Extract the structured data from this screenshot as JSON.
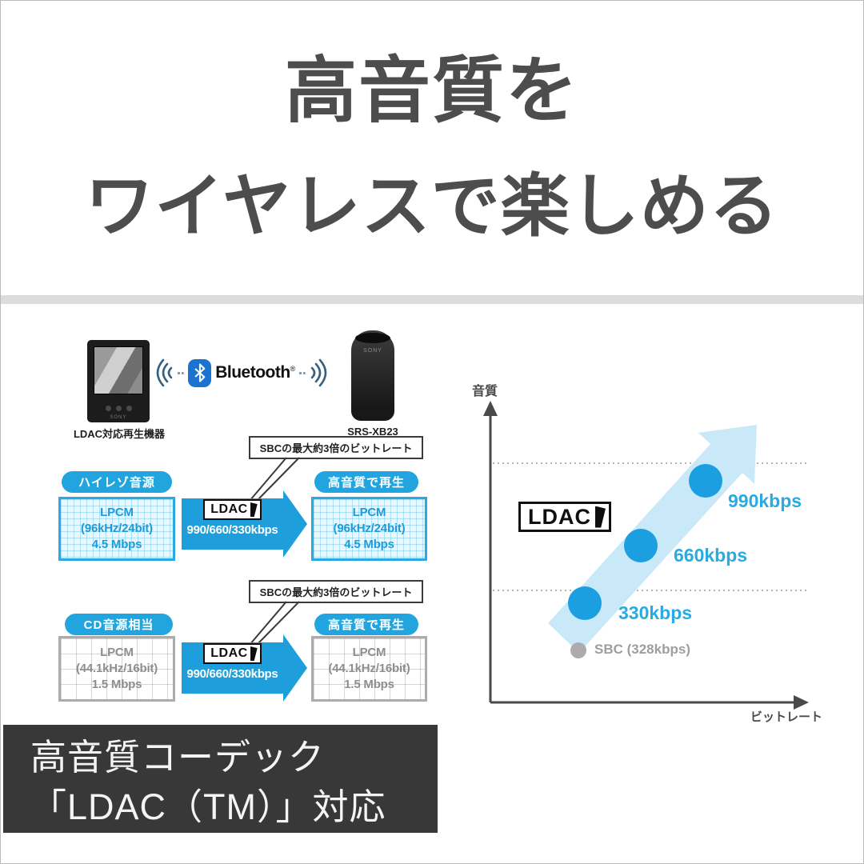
{
  "page": {
    "title_line1": "高音質を",
    "title_line2": "ワイヤレスで楽しめる"
  },
  "devices": {
    "player_label": "LDAC対応再生機器",
    "player_brand": "SONY",
    "bluetooth_label": "Bluetooth",
    "bluetooth_reg": "®",
    "speaker_label": "SRS-XB23",
    "speaker_brand": "SONY"
  },
  "flows": {
    "hires": {
      "callout": "SBCの最大約3倍のビットレート",
      "source_tag": "ハイレゾ音源",
      "source_box": {
        "line1": "LPCM",
        "line2": "(96kHz/24bit)",
        "line3": "4.5 Mbps"
      },
      "codec_badge": "LDAC",
      "codec_bitrates": "990/660/330kbps",
      "result_tag": "高音質で再生",
      "result_box": {
        "line1": "LPCM",
        "line2": "(96kHz/24bit)",
        "line3": "4.5 Mbps"
      }
    },
    "cd": {
      "callout": "SBCの最大約3倍のビットレート",
      "source_tag": "CD音源相当",
      "source_box": {
        "line1": "LPCM",
        "line2": "(44.1kHz/16bit)",
        "line3": "1.5 Mbps"
      },
      "codec_badge": "LDAC",
      "codec_bitrates": "990/660/330kbps",
      "result_tag": "高音質で再生",
      "result_box": {
        "line1": "LPCM",
        "line2": "(44.1kHz/16bit)",
        "line3": "1.5 Mbps"
      }
    }
  },
  "chart": {
    "y_axis_label": "音質",
    "x_axis_label": "ビットレート",
    "ldac_logo": "LDAC",
    "points": [
      {
        "label": "330kbps"
      },
      {
        "label": "660kbps"
      },
      {
        "label": "990kbps"
      }
    ],
    "sbc_label": "SBC (328kbps)"
  },
  "banner": {
    "line1": "高音質コーデック",
    "line2": "「LDAC（TM）」対応"
  },
  "colors": {
    "accent_blue": "#1E9FDB",
    "tag_blue": "#22A5DE",
    "chart_dot_blue": "#1B9FE0",
    "chart_label_blue": "#29ABE2",
    "chart_trend_arrow": "#C9E9F8",
    "sbc_gray": "#9E9E9E",
    "title_gray": "#4D4D4D",
    "banner_background": "#383838",
    "bluetooth_blue": "#1A73CF",
    "divider_gray": "#DCDCDC"
  },
  "chart_data": {
    "type": "scatter",
    "title": "LDAC bitrate vs sound quality (conceptual)",
    "xlabel": "ビットレート",
    "ylabel": "音質",
    "grid": "two dotted horizontal reference lines, axes unticked (conceptual)",
    "legend_position": "inline labels",
    "series": [
      {
        "name": "LDAC",
        "color": "#1B9FE0",
        "points": [
          {
            "label": "330kbps",
            "bitrate_kbps": 330,
            "quality_level": 1
          },
          {
            "label": "660kbps",
            "bitrate_kbps": 660,
            "quality_level": 2
          },
          {
            "label": "990kbps",
            "bitrate_kbps": 990,
            "quality_level": 3
          }
        ]
      },
      {
        "name": "SBC",
        "color": "#ACACAC",
        "points": [
          {
            "label": "SBC (328kbps)",
            "bitrate_kbps": 328,
            "quality_level": 0
          }
        ]
      }
    ],
    "annotations": [
      "LDAC logo badge",
      "upward light-blue trend arrow"
    ]
  }
}
